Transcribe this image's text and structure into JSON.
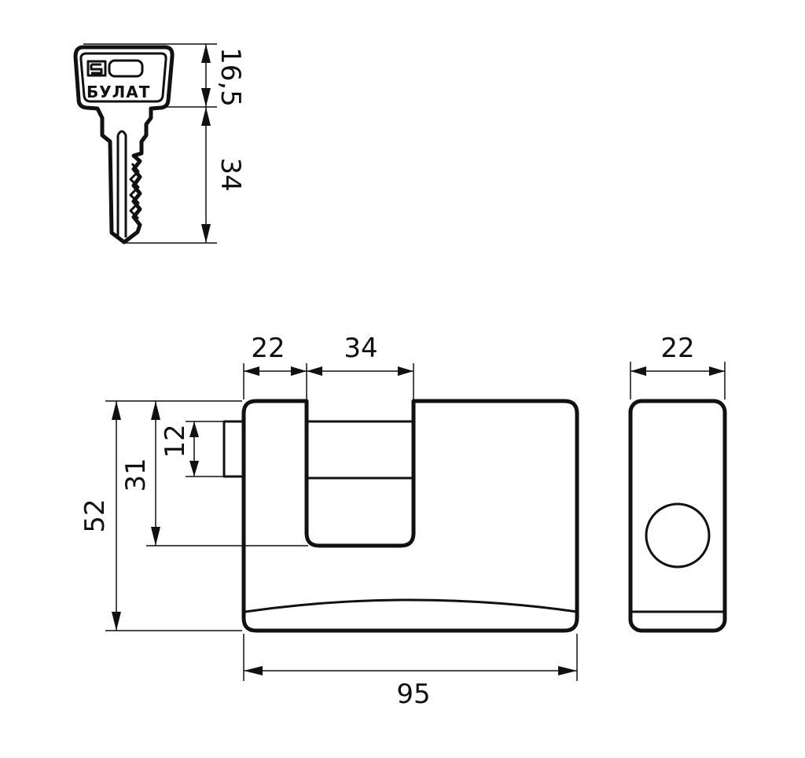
{
  "key": {
    "brand": "БУЛАТ",
    "logo_icon": "bulat-logo-icon",
    "dim_head": "16,5",
    "dim_blade": "34"
  },
  "front_view": {
    "dim_left_width": "22",
    "dim_shackle_width": "34",
    "dim_total_height": "52",
    "dim_shackle_height": "31",
    "dim_bolt_height": "12",
    "dim_total_width": "95"
  },
  "side_view": {
    "dim_depth": "22",
    "keyhole_icon": "keyhole-icon"
  },
  "colors": {
    "line": "#111111",
    "background": "#ffffff"
  }
}
